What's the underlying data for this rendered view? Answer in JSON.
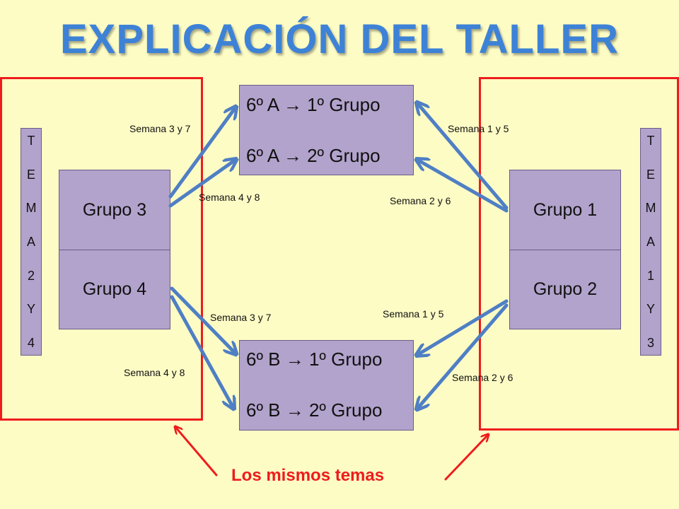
{
  "title": "EXPLICACIÓN DEL TALLER",
  "left_vertical": [
    "T",
    "E",
    "M",
    "A",
    "2",
    "Y",
    "4"
  ],
  "right_vertical": [
    "T",
    "E",
    "M",
    "A",
    "1",
    "Y",
    "3"
  ],
  "groups": {
    "g3": "Grupo 3",
    "g4": "Grupo 4",
    "g1": "Grupo 1",
    "g2": "Grupo 2"
  },
  "top_box": {
    "line1": "6º A → 1º Grupo",
    "line2": "6º A → 2º Grupo"
  },
  "bottom_box": {
    "line1": "6º B → 1º Grupo",
    "line2": "6º B → 2º Grupo"
  },
  "week_labels": {
    "l1": "Semana 3 y 7",
    "l2": "Semana 4 y 8",
    "l3": "Semana 3 y 7",
    "l4": "Semana 4 y 8",
    "r1": "Semana 1 y 5",
    "r2": "Semana 2 y 6",
    "r3": "Semana 1 y 5",
    "r4": "Semana 2 y 6"
  },
  "footer": "Los  mismos temas",
  "colors": {
    "background": "#fdfcc5",
    "title": "#3d82d6",
    "box": "#b2a3cc",
    "arrow": "#4f7fc4",
    "highlight": "#ee1c1c"
  }
}
